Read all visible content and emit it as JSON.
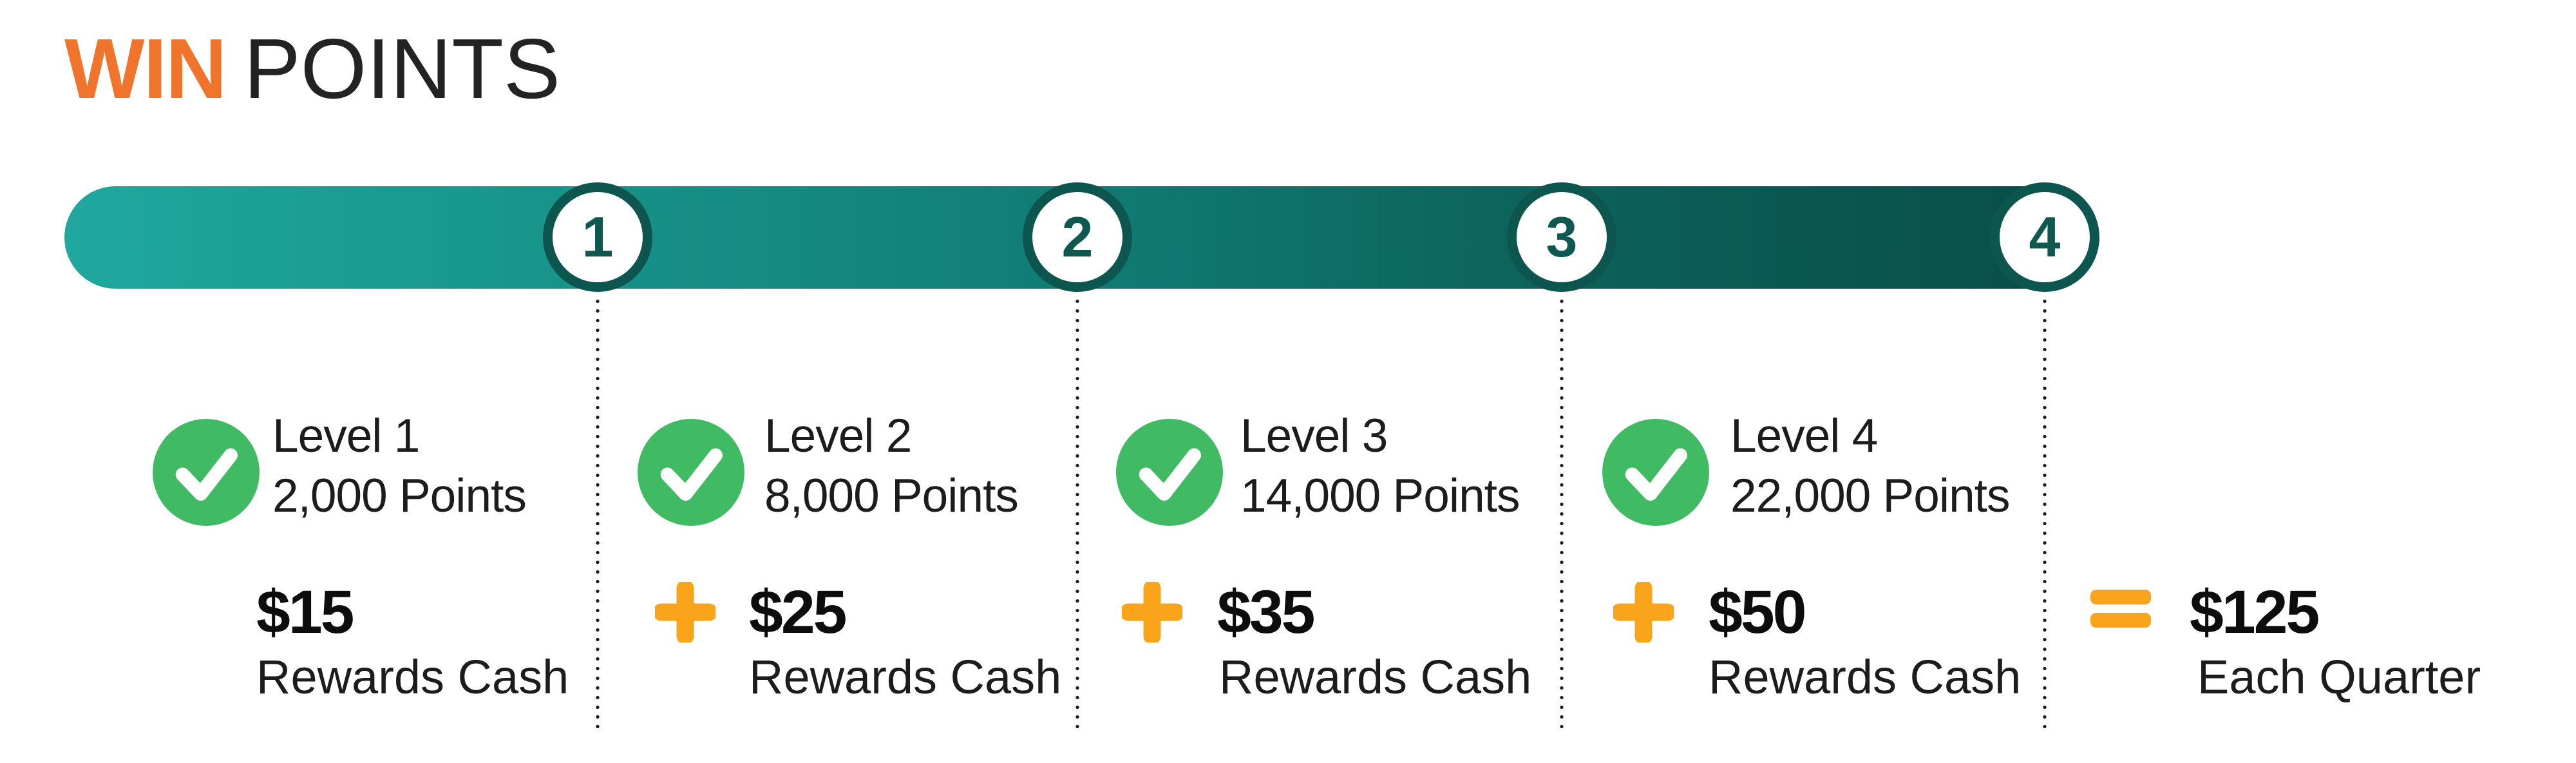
{
  "title": {
    "highlight": "WIN",
    "rest": "POINTS"
  },
  "colors": {
    "accent_orange": "#F0742C",
    "accent_amber": "#F9A41B",
    "bar_gradient_start": "#20A89E",
    "bar_gradient_end": "#094B47",
    "milestone_ring_teal": "#0C564F",
    "check_green": "#40BA63",
    "text_dark": "#1C1C1C"
  },
  "progress_bar": {
    "milestones": [
      "1",
      "2",
      "3",
      "4"
    ]
  },
  "levels": [
    {
      "milestone": "1",
      "name": "Level 1",
      "points": "2,000 Points",
      "operator": "",
      "amount": "$15",
      "amount_label": "Rewards Cash"
    },
    {
      "milestone": "2",
      "name": "Level 2",
      "points": "8,000 Points",
      "operator": "+",
      "amount": "$25",
      "amount_label": "Rewards Cash"
    },
    {
      "milestone": "3",
      "name": "Level 3",
      "points": "14,000 Points",
      "operator": "+",
      "amount": "$35",
      "amount_label": "Rewards Cash"
    },
    {
      "milestone": "4",
      "name": "Level 4",
      "points": "22,000 Points",
      "operator": "+",
      "amount": "$50",
      "amount_label": "Rewards Cash"
    }
  ],
  "total": {
    "operator": "=",
    "amount": "$125",
    "amount_label": "Each Quarter"
  }
}
